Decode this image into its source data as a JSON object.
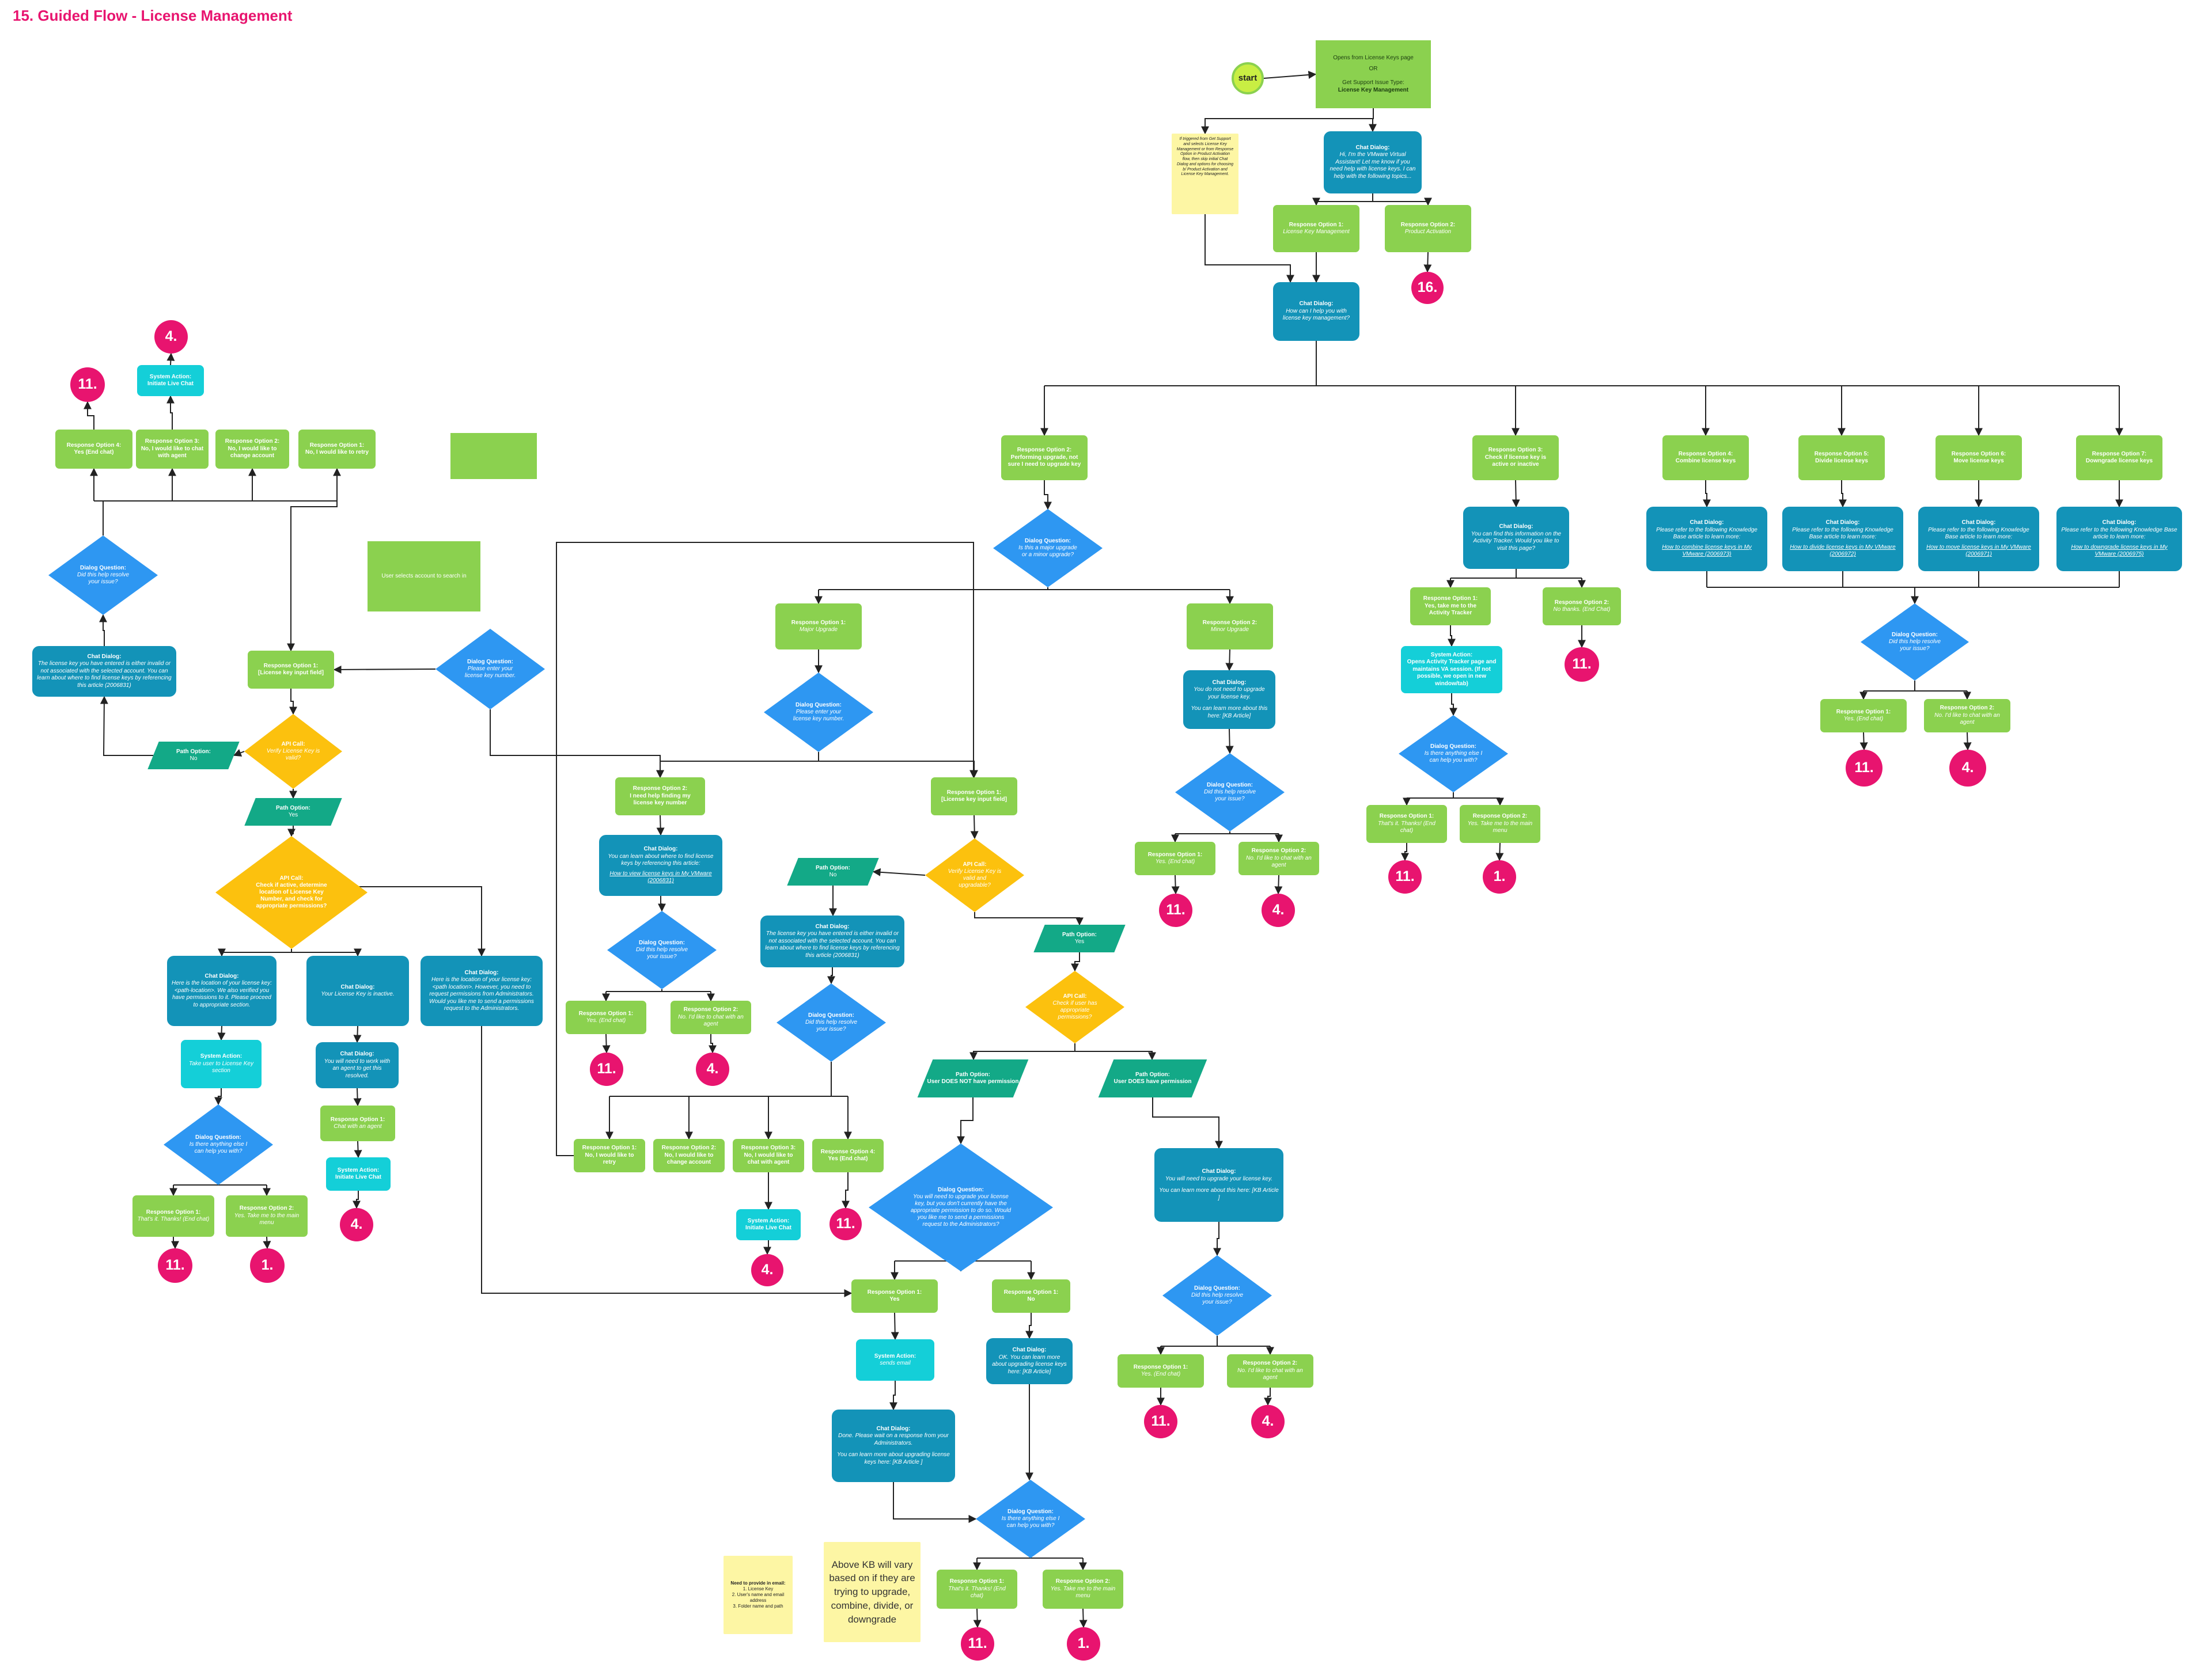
{
  "title": "15. Guided Flow - License Management",
  "colors": {
    "response": "#8bd14f",
    "chat": "#1393b8",
    "system": "#14cfd8",
    "question": "#2e97f2",
    "api": "#fcc10e",
    "path": "#13a987",
    "terminal": "#e8146f",
    "start": "#c9ee43",
    "note": "#fdf6a4",
    "accent": "#e8146f"
  },
  "nodes": {
    "start": {
      "t": "start"
    },
    "entry": {
      "l1": "Opens from License Keys page",
      "l2": "OR",
      "l3": "Get Support Issue Type:",
      "l4": "License Key Management"
    },
    "note_top": {
      "b": "If triggered from Get Support and selects License Key Management or from Response Option in Product Activation flow, then skip initial Chat Dialog and options for choosing b/ Product Activation and License Key Management."
    },
    "cd_intro": {
      "t": "Chat Dialog:",
      "b": "Hi, I'm the VMware Virtual Assistant! Let me know if you need help with license keys. I can help with the following topics..."
    },
    "r_lkm": {
      "t": "Response Option 1:",
      "b": "License Key Management"
    },
    "r_pa": {
      "t": "Response Option 2:",
      "b": "Product Activation"
    },
    "term16": {
      "t": "16."
    },
    "cd_how": {
      "t": "Chat Dialog:",
      "b": "How can I help you with license key management?"
    },
    "r2_perf": {
      "t": "Response Option 2:",
      "b2": "Performing upgrade, not sure I need to upgrade key"
    },
    "r3_check": {
      "t": "Response Option 3:",
      "b2": "Check if license key is active or inactive"
    },
    "r4_comb": {
      "t": "Response Option 4:",
      "b2": "Combine license keys"
    },
    "r5_div": {
      "t": "Response Option 5:",
      "b2": "Divide license keys"
    },
    "r6_move": {
      "t": "Response Option 6:",
      "b2": "Move license keys"
    },
    "r7_down": {
      "t": "Response Option 7:",
      "b2": "Downgrade license keys"
    },
    "cd_comb": {
      "t": "Chat Dialog:",
      "b": "Please refer to the following Knowledge Base article to learn more:",
      "l": "How to combine license keys in My VMware (2006973)"
    },
    "cd_div": {
      "t": "Chat Dialog:",
      "b": "Please refer to the following Knowledge Base article to learn more:",
      "l": "How to divide license keys in My VMware (2006972)"
    },
    "cd_move": {
      "t": "Chat Dialog:",
      "b": "Please refer to the following Knowledge Base article to learn more:",
      "l": "How to move license keys in My VMware (2006971)"
    },
    "cd_down": {
      "t": "Chat Dialog:",
      "b": "Please refer to the following Knowledge Base article to learn more:",
      "l": "How to downgrade license keys in My VMware (2006975)"
    },
    "dq_kb": {
      "t": "Dialog Question:",
      "b": "Did this help resolve your issue?"
    },
    "r_kb_yes": {
      "t": "Response Option 1:",
      "b": "Yes. (End chat)"
    },
    "r_kb_no": {
      "t": "Response Option 2:",
      "b": "No. I'd like to chat with an agent"
    },
    "t_kb11": {
      "t": "11."
    },
    "t_kb4": {
      "t": "4."
    },
    "cd_act": {
      "t": "Chat Dialog:",
      "b": "You can find this information on the Activity Tracker. Would you like to visit this page?"
    },
    "r_act_yes": {
      "t": "Response Option 1:",
      "b2": "Yes, take me to the Activity Tracker"
    },
    "r_act_no": {
      "t": "Response Option 2:",
      "b": "No thanks. (End Chat)"
    },
    "t_act11": {
      "t": "11."
    },
    "sys_act": {
      "t": "System Action:",
      "b2": "Opens Activity Tracker page and maintains VA session. (If not possible, we open in new window/tab)"
    },
    "dq_act": {
      "t": "Dialog Question:",
      "b": "Is there anything else I can help you with?"
    },
    "r_act2_1": {
      "t": "Response Option 1:",
      "b": "That's it. Thanks! (End chat)"
    },
    "r_act2_2": {
      "t": "Response Option 2:",
      "b": "Yes. Take me to the main menu"
    },
    "t_act2_11": {
      "t": "11."
    },
    "t_act2_1": {
      "t": "1."
    },
    "dq_major": {
      "t": "Dialog Question:",
      "b": "Is this a major upgrade or a minor upgrade?"
    },
    "r_major": {
      "t": "Response Option 1:",
      "b": "Major Upgrade"
    },
    "r_minor": {
      "t": "Response Option 2:",
      "b": "Minor Upgrade"
    },
    "cd_minor": {
      "t": "Chat Dialog:",
      "b": "You do not need to upgrade your license key.",
      "b3": "You can learn more about this here: [KB Article]"
    },
    "dq_minor": {
      "t": "Dialog Question:",
      "b": "Did this help resolve your issue?"
    },
    "r_minor_yes": {
      "t": "Response Option 1:",
      "b": "Yes. (End chat)"
    },
    "r_minor_no": {
      "t": "Response Option 2:",
      "b": "No. I'd like to chat with an agent"
    },
    "t_minor11": {
      "t": "11."
    },
    "t_minor4": {
      "t": "4."
    },
    "dq_enter_mid": {
      "t": "Dialog Question:",
      "b": "Please enter your license key number."
    },
    "r_help_find": {
      "t": "Response Option 2:",
      "b2": "I need help finding my license key number"
    },
    "r_input_mid": {
      "t": "Response Option 1:",
      "b2": "[License key input field]"
    },
    "cd_find": {
      "t": "Chat Dialog:",
      "b": "You can learn about where to find license keys by referencing this article:",
      "l": "How to view license keys in My VMware (2006831)"
    },
    "dq_find": {
      "t": "Dialog Question:",
      "b": "Did this help resolve your issue?"
    },
    "r_find_yes": {
      "t": "Response Option 1:",
      "b": "Yes. (End chat)"
    },
    "r_find_no": {
      "t": "Response Option 2:",
      "b": "No. I'd like to chat with an agent"
    },
    "t_find11": {
      "t": "11."
    },
    "t_find4": {
      "t": "4."
    },
    "api_valid_mid": {
      "t": "API Call:",
      "b": "Verify License Key is valid and upgradable?"
    },
    "path_no_mid": {
      "t": "Path Option:",
      "b": "No"
    },
    "path_yes_mid": {
      "t": "Path Option:",
      "b": "Yes"
    },
    "cd_invalid_mid": {
      "t": "Chat Dialog:",
      "b": "The license key you have entered is either invalid or not associated with the selected account. You can learn about where to find license keys by referencing this article (2006831)"
    },
    "dq_invalid_mid": {
      "t": "Dialog Question:",
      "b": "Did this help resolve your issue?"
    },
    "r_m1": {
      "t": "Response Option 1:",
      "b2": "No, I would like to retry"
    },
    "r_m2": {
      "t": "Response Option 2:",
      "b2": "No, I would like to change account"
    },
    "r_m3": {
      "t": "Response Option 3:",
      "b2": "No, I would like to chat with agent"
    },
    "r_m4": {
      "t": "Response Option 4:",
      "b2": "Yes (End chat)"
    },
    "sys_m3": {
      "t": "System Action:",
      "b2": "Initiate Live Chat"
    },
    "t_m3_4": {
      "t": "4."
    },
    "t_m4_11": {
      "t": "11."
    },
    "api_perm": {
      "t": "API Call:",
      "b": "Check if user has appropriate permissions?"
    },
    "path_noperm": {
      "t": "Path Option:",
      "b2": "User DOES NOT have permission"
    },
    "path_perm": {
      "t": "Path Option:",
      "b2": "User DOES have permission"
    },
    "dq_noperm": {
      "t": "Dialog Question:",
      "b": "You will need to upgrade your license key, but you don't currently have the appropriate permission to do so. Would you like me to send a permissions request to the Administrators?"
    },
    "cd_perm": {
      "t": "Chat Dialog:",
      "b": "You will need to upgrade your license key.",
      "b3": "You can learn more about this here: [KB Article ]"
    },
    "dq_perm": {
      "t": "Dialog Question:",
      "b": "Did this help resolve your issue?"
    },
    "r_perm_yes": {
      "t": "Response Option 1:",
      "b": "Yes. (End chat)"
    },
    "r_perm_no": {
      "t": "Response Option 2:",
      "b": "No. I'd like to chat with an agent"
    },
    "t_perm11": {
      "t": "11."
    },
    "t_perm4": {
      "t": "4."
    },
    "r_np_yes": {
      "t": "Response Option 1:",
      "b2": "Yes"
    },
    "r_np_no": {
      "t": "Response Option 1:",
      "b2": "No"
    },
    "sys_email": {
      "t": "System Action:",
      "b": "sends email"
    },
    "cd_done": {
      "t": "Chat Dialog:",
      "b": "Done. Please wait on a response from your Administrators.",
      "b3": "You can learn more about upgrading license keys here: [KB Article ]"
    },
    "cd_ok": {
      "t": "Chat Dialog:",
      "b": "OK. You can learn more about upgrading license keys here: [KB Article]"
    },
    "dq_final": {
      "t": "Dialog Question:",
      "b": "Is there anything else I can help you with?"
    },
    "r_final1": {
      "t": "Response Option 1:",
      "b": "That's it. Thanks! (End chat)"
    },
    "r_final2": {
      "t": "Response Option 2:",
      "b": "Yes. Take me to the main menu"
    },
    "t_final11": {
      "t": "11."
    },
    "t_final1": {
      "t": "1."
    },
    "note_email": {
      "t0": "Need to provide in email:",
      "b0": "1. License Key\n2. User's name and email address\n3. Folder name and path"
    },
    "note_kb": {
      "big": "Above KB will vary based on if they are trying to upgrade, combine, divide, or downgrade"
    },
    "gbox_blank": {
      "t0": ""
    },
    "gbox_user": {
      "t0": "User selects account to search in"
    },
    "dq_enter_left": {
      "t": "Dialog Question:",
      "b": "Please enter your license key number."
    },
    "r_input_left": {
      "t": "Response Option 1:",
      "b2": "[License key input field]"
    },
    "api_valid_left": {
      "t": "API Call:",
      "b": "Verify License Key is valid?"
    },
    "path_no_left": {
      "t": "Path Option:",
      "b": "No"
    },
    "path_yes_left": {
      "t": "Path Option:",
      "b": "Yes"
    },
    "cd_invalid_left": {
      "t": "Chat Dialog:",
      "b": "The license key you have entered is either invalid or not associated with the selected account. You can learn about where to find license keys by referencing this article (2006831)"
    },
    "dq_left_help": {
      "t": "Dialog Question:",
      "b": "Did this help resolve your issue?"
    },
    "r_l4": {
      "t": "Response Option 4:",
      "b2": "Yes (End chat)"
    },
    "r_l3": {
      "t": "Response Option 3:",
      "b2": "No, I would like to chat with agent"
    },
    "r_l2": {
      "t": "Response Option 2:",
      "b2": "No, I would like to change account"
    },
    "r_l1": {
      "t": "Response Option 1:",
      "b2": "No, I would like to retry"
    },
    "sys_l3": {
      "t": "System Action:",
      "b2": "Initiate Live Chat"
    },
    "t_l4_11": {
      "t": "11."
    },
    "t_l3_4": {
      "t": "4."
    },
    "api_loc": {
      "t": "API Call:",
      "b2": "Check if active, determine location of License Key Number, and check for appropriate permissions?"
    },
    "cd_loc1": {
      "t": "Chat Dialog:",
      "b": "Here is the location of your license key: <path-location>. We also verified you have permissions to it. Please proceed to appropriate section."
    },
    "cd_inactive": {
      "t": "Chat Dialog:",
      "b": "Your License Key is inactive."
    },
    "cd_loc3": {
      "t": "Chat Dialog:",
      "b": "Here is the location of your license key: <path location>. However, you need to request permissions from Administrators. Would you like me to send a permissions request to the Administrators."
    },
    "sys_take": {
      "t": "System Action:",
      "b": "Take user to License Key section"
    },
    "dq_left_else": {
      "t": "Dialog Question:",
      "b": "Is there anything else I can help you with?"
    },
    "r_le1": {
      "t": "Response Option 1:",
      "b": "That's it. Thanks! (End chat)"
    },
    "r_le2": {
      "t": "Response Option 2:",
      "b": "Yes. Take me to the main menu"
    },
    "t_le11": {
      "t": "11."
    },
    "t_le1": {
      "t": "1."
    },
    "cd_agent": {
      "t": "Chat Dialog:",
      "b": "You will need to work with an agent to get this resolved."
    },
    "r_agent": {
      "t": "Response Option 1:",
      "b": "Chat with an agent"
    },
    "sys_agent": {
      "t": "System Action:",
      "b2": "Initiate Live Chat"
    },
    "t_agent4": {
      "t": "4."
    }
  }
}
